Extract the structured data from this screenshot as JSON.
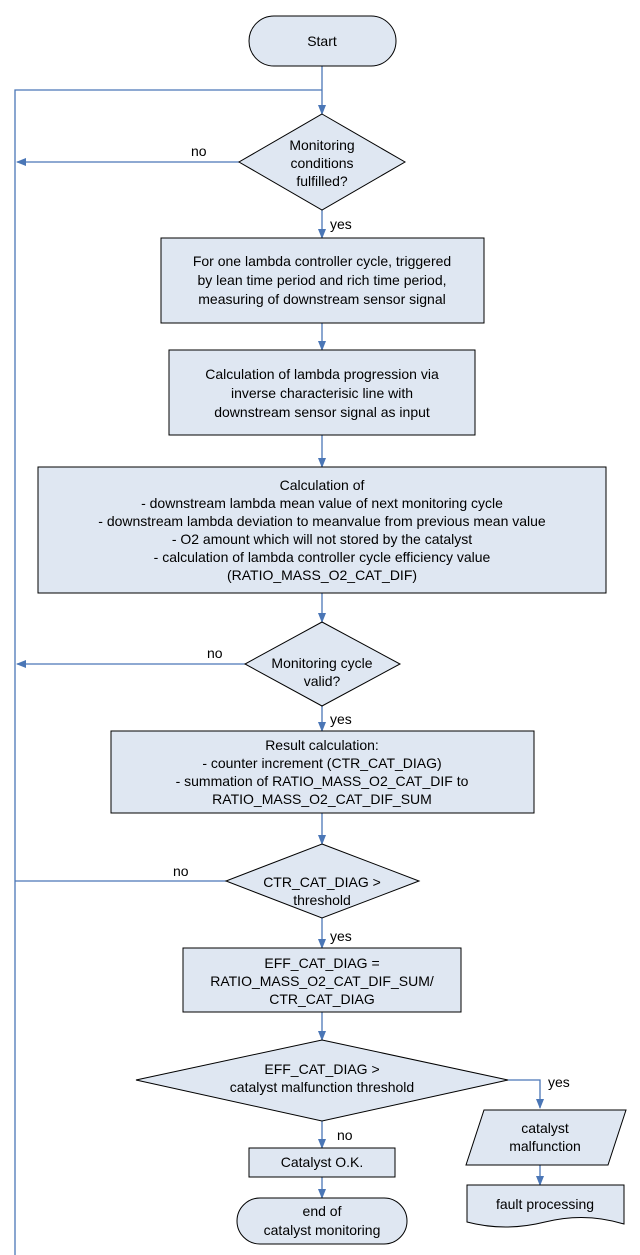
{
  "flowchart": {
    "start": "Start",
    "decision_monitoring_conditions": [
      "Monitoring",
      "conditions",
      "fulfilled?"
    ],
    "step_measure": [
      "For one lambda controller cycle, triggered",
      "by lean time period and rich time period,",
      "measuring of downstream sensor signal"
    ],
    "step_lambda_progression": [
      "Calculation of lambda progression via",
      "inverse characterisic line with",
      "downstream sensor signal as input"
    ],
    "step_calculation": [
      "Calculation of",
      "- downstream lambda mean value of next monitoring cycle",
      "- downstream lambda deviation to meanvalue from previous mean value",
      "- O2 amount which will not stored by the catalyst",
      "- calculation of lambda controller cycle efficiency value",
      "(RATIO_MASS_O2_CAT_DIF)"
    ],
    "decision_cycle_valid": [
      "Monitoring cycle",
      "valid?"
    ],
    "step_result": [
      "Result calculation:",
      "- counter increment (CTR_CAT_DIAG)",
      "- summation of RATIO_MASS_O2_CAT_DIF to",
      "RATIO_MASS_O2_CAT_DIF_SUM"
    ],
    "decision_ctr": [
      "CTR_CAT_DIAG >",
      "threshold"
    ],
    "step_eff": [
      "EFF_CAT_DIAG =",
      "RATIO_MASS_O2_CAT_DIF_SUM/",
      "CTR_CAT_DIAG"
    ],
    "decision_eff": [
      "EFF_CAT_DIAG >",
      "catalyst malfunction threshold"
    ],
    "step_ok": "Catalyst O.K.",
    "end": [
      "end of",
      "catalyst monitoring"
    ],
    "malfunction": [
      "catalyst",
      "malfunction"
    ],
    "fault": "fault processing",
    "labels": {
      "yes": "yes",
      "no": "no"
    }
  }
}
